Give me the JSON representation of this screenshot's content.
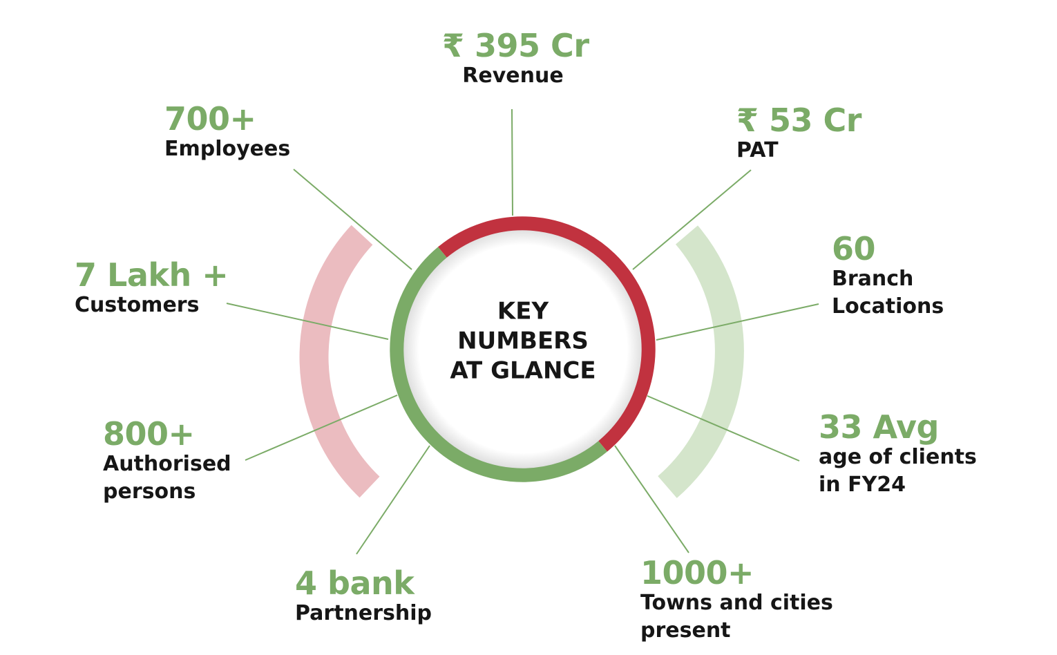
{
  "center": {
    "title_lines": [
      "KEY",
      "NUMBERS",
      "AT GLANCE"
    ]
  },
  "stats": {
    "revenue": {
      "value": "₹ 395 Cr",
      "label_lines": [
        "Revenue"
      ]
    },
    "pat": {
      "value": "₹ 53 Cr",
      "label_lines": [
        "PAT"
      ]
    },
    "branch": {
      "value": "60",
      "label_lines": [
        "Branch",
        "Locations"
      ]
    },
    "avg_age": {
      "value": "33 Avg",
      "label_lines": [
        "age of clients",
        "in FY24"
      ]
    },
    "towns": {
      "value": "1000+",
      "label_lines": [
        "Towns and cities",
        "present"
      ]
    },
    "bank": {
      "value": "4 bank",
      "label_lines": [
        "Partnership"
      ]
    },
    "ap": {
      "value": "800+",
      "label_lines": [
        "Authorised",
        "persons"
      ]
    },
    "customers": {
      "value": "7 Lakh +",
      "label_lines": [
        "Customers"
      ]
    },
    "employees": {
      "value": "700+",
      "label_lines": [
        "Employees"
      ]
    }
  },
  "colors": {
    "accent_green": "#7bab67",
    "accent_red": "#c1323f",
    "arc_pink": "#ebbcc0",
    "arc_light_green": "#d4e5cb",
    "text_dark": "#161616"
  },
  "icons": {
    "ring": "donut-ring",
    "left_arc": "pink-arc",
    "right_arc": "green-arc"
  }
}
